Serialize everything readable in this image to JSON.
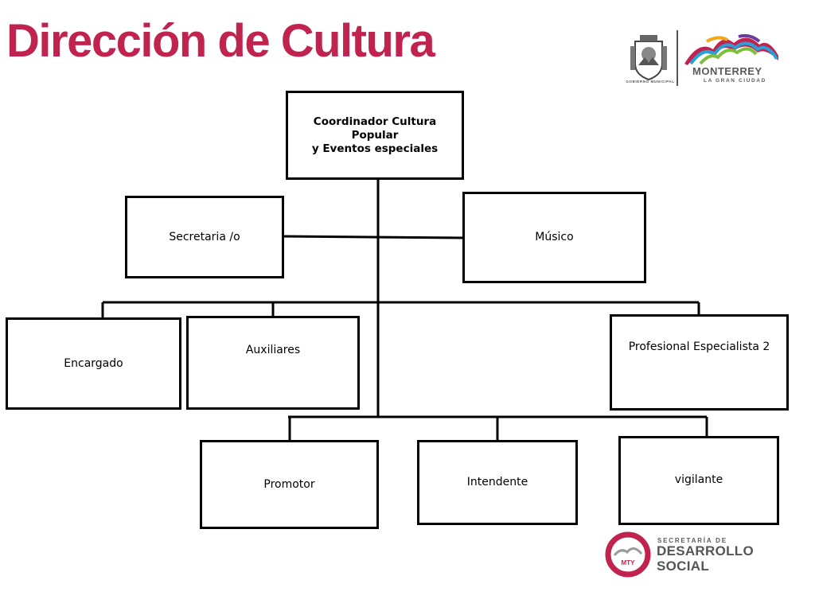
{
  "header": {
    "title": "Dirección de Cultura",
    "title_color": "#c0244e"
  },
  "logos": {
    "seal_caption": "GOBIERNO MUNICIPAL",
    "city_name": "MONTERREY",
    "city_tagline": "LA GRAN CIUDAD",
    "secretaria_small": "SECRETARÍA DE",
    "secretaria_line1": "DESARROLLO",
    "secretaria_line2": "SOCIAL",
    "badge_text": "MTY",
    "accent_color": "#c0244e"
  },
  "org_chart": {
    "root": "Coordinador  Cultura Popular\ny Eventos especiales",
    "staff": [
      "Secretaria /o",
      "Músico"
    ],
    "row1": [
      "Encargado",
      "Auxiliares",
      "Profesional Especialista 2"
    ],
    "row2": [
      "Promotor",
      "Intendente",
      "vigilante"
    ]
  }
}
